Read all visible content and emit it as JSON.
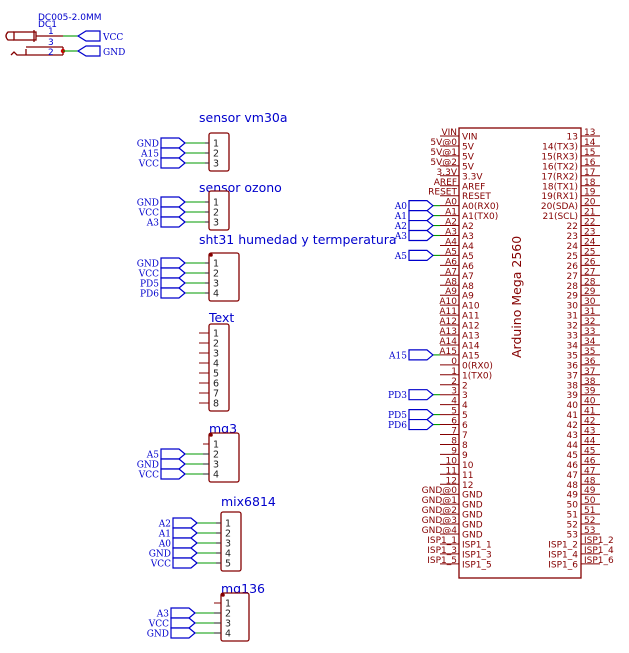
{
  "power_jack": {
    "ref": "DC1",
    "value": "DC005-2.0MM",
    "pins": [
      "1",
      "3",
      "2"
    ],
    "labels": [
      "VCC",
      "GND"
    ]
  },
  "sensors": [
    {
      "title": "sensor vm30a",
      "pins": [
        "1",
        "2",
        "3"
      ],
      "nets": [
        "GND",
        "A15",
        "VCC"
      ]
    },
    {
      "title": "sensor ozono",
      "pins": [
        "1",
        "2",
        "3"
      ],
      "nets": [
        "GND",
        "VCC",
        "A3"
      ]
    },
    {
      "title": "sht31 humedad y termperatura",
      "pins": [
        "1",
        "2",
        "3",
        "4"
      ],
      "nets": [
        "GND",
        "VCC",
        "PD5",
        "PD6"
      ]
    },
    {
      "title": "Text",
      "pins": [
        "1",
        "2",
        "3",
        "4",
        "5",
        "6",
        "7",
        "8"
      ],
      "nets": []
    },
    {
      "title": "mq3",
      "pins": [
        "1",
        "2",
        "3",
        "4"
      ],
      "nets": [
        "",
        "A5",
        "GND",
        "VCC"
      ]
    },
    {
      "title": "mix6814",
      "pins": [
        "1",
        "2",
        "3",
        "4",
        "5"
      ],
      "nets": [
        "A2",
        "A1",
        "A0",
        "GND",
        "VCC"
      ]
    },
    {
      "title": "mq136",
      "pins": [
        "1",
        "2",
        "3",
        "4"
      ],
      "nets": [
        "",
        "A3",
        "VCC",
        "GND"
      ]
    }
  ],
  "arduino": {
    "name": "Arduino Mega 2560",
    "left_pins": [
      {
        "num": "VIN",
        "name": "VIN"
      },
      {
        "num": "5V@0",
        "name": "5V"
      },
      {
        "num": "5V@1",
        "name": "5V"
      },
      {
        "num": "5V@2",
        "name": "5V"
      },
      {
        "num": "3.3V",
        "name": "3.3V"
      },
      {
        "num": "AREF",
        "name": "AREF"
      },
      {
        "num": "RESET",
        "name": "RESET"
      },
      {
        "num": "A0",
        "name": "A0(RX0)"
      },
      {
        "num": "A1",
        "name": "A1(TX0)"
      },
      {
        "num": "A2",
        "name": "A2"
      },
      {
        "num": "A3",
        "name": "A3"
      },
      {
        "num": "A4",
        "name": "A4"
      },
      {
        "num": "A5",
        "name": "A5"
      },
      {
        "num": "A6",
        "name": "A6"
      },
      {
        "num": "A7",
        "name": "A7"
      },
      {
        "num": "A8",
        "name": "A8"
      },
      {
        "num": "A9",
        "name": "A9"
      },
      {
        "num": "A10",
        "name": "A10"
      },
      {
        "num": "A11",
        "name": "A11"
      },
      {
        "num": "A12",
        "name": "A12"
      },
      {
        "num": "A13",
        "name": "A13"
      },
      {
        "num": "A14",
        "name": "A14"
      },
      {
        "num": "A15",
        "name": "A15"
      },
      {
        "num": "0",
        "name": "0(RX0)"
      },
      {
        "num": "1",
        "name": "1(TX0)"
      },
      {
        "num": "2",
        "name": "2"
      },
      {
        "num": "3",
        "name": "3"
      },
      {
        "num": "4",
        "name": "4"
      },
      {
        "num": "5",
        "name": "5"
      },
      {
        "num": "6",
        "name": "6"
      },
      {
        "num": "7",
        "name": "7"
      },
      {
        "num": "8",
        "name": "8"
      },
      {
        "num": "9",
        "name": "9"
      },
      {
        "num": "10",
        "name": "10"
      },
      {
        "num": "11",
        "name": "11"
      },
      {
        "num": "12",
        "name": "12"
      },
      {
        "num": "GND@0",
        "name": "GND"
      },
      {
        "num": "GND@1",
        "name": "GND"
      },
      {
        "num": "GND@2",
        "name": "GND"
      },
      {
        "num": "GND@3",
        "name": "GND"
      },
      {
        "num": "GND@4",
        "name": "GND"
      },
      {
        "num": "ISP1_1",
        "name": "ISP1_1"
      },
      {
        "num": "ISP1_3",
        "name": "ISP1_3"
      },
      {
        "num": "ISP1_5",
        "name": "ISP1_5"
      }
    ],
    "right_pins": [
      {
        "num": "13",
        "name": "13"
      },
      {
        "num": "14",
        "name": "14(TX3)"
      },
      {
        "num": "15",
        "name": "15(RX3)"
      },
      {
        "num": "16",
        "name": "16(TX2)"
      },
      {
        "num": "17",
        "name": "17(RX2)"
      },
      {
        "num": "18",
        "name": "18(TX1)"
      },
      {
        "num": "19",
        "name": "19(RX1)"
      },
      {
        "num": "20",
        "name": "20(SDA)"
      },
      {
        "num": "21",
        "name": "21(SCL)"
      },
      {
        "num": "22",
        "name": "22"
      },
      {
        "num": "23",
        "name": "23"
      },
      {
        "num": "24",
        "name": "24"
      },
      {
        "num": "25",
        "name": "25"
      },
      {
        "num": "26",
        "name": "26"
      },
      {
        "num": "27",
        "name": "27"
      },
      {
        "num": "28",
        "name": "28"
      },
      {
        "num": "29",
        "name": "29"
      },
      {
        "num": "30",
        "name": "30"
      },
      {
        "num": "31",
        "name": "31"
      },
      {
        "num": "32",
        "name": "32"
      },
      {
        "num": "33",
        "name": "33"
      },
      {
        "num": "34",
        "name": "34"
      },
      {
        "num": "35",
        "name": "35"
      },
      {
        "num": "36",
        "name": "36"
      },
      {
        "num": "37",
        "name": "37"
      },
      {
        "num": "38",
        "name": "38"
      },
      {
        "num": "39",
        "name": "39"
      },
      {
        "num": "40",
        "name": "40"
      },
      {
        "num": "41",
        "name": "41"
      },
      {
        "num": "42",
        "name": "42"
      },
      {
        "num": "43",
        "name": "43"
      },
      {
        "num": "44",
        "name": "44"
      },
      {
        "num": "45",
        "name": "45"
      },
      {
        "num": "46",
        "name": "46"
      },
      {
        "num": "47",
        "name": "47"
      },
      {
        "num": "48",
        "name": "48"
      },
      {
        "num": "49",
        "name": "49"
      },
      {
        "num": "50",
        "name": "50"
      },
      {
        "num": "51",
        "name": "51"
      },
      {
        "num": "52",
        "name": "52"
      },
      {
        "num": "53",
        "name": "53"
      },
      {
        "num": "ISP1_2",
        "name": "ISP1_2"
      },
      {
        "num": "ISP1_4",
        "name": "ISP1_4"
      },
      {
        "num": "ISP1_6",
        "name": "ISP1_6"
      }
    ],
    "net_labels": [
      {
        "pin": "A0",
        "label": "A0"
      },
      {
        "pin": "A1",
        "label": "A1"
      },
      {
        "pin": "A2",
        "label": "A2"
      },
      {
        "pin": "A3",
        "label": "A3"
      },
      {
        "pin": "A5",
        "label": "A5"
      },
      {
        "pin": "A15",
        "label": "A15"
      },
      {
        "pin": "3",
        "label": "PD3"
      },
      {
        "pin": "5",
        "label": "PD5"
      },
      {
        "pin": "6",
        "label": "PD6"
      }
    ]
  },
  "colors": {
    "symbol": "#840000",
    "net_label": "#0000cc",
    "wire": "#009900"
  }
}
